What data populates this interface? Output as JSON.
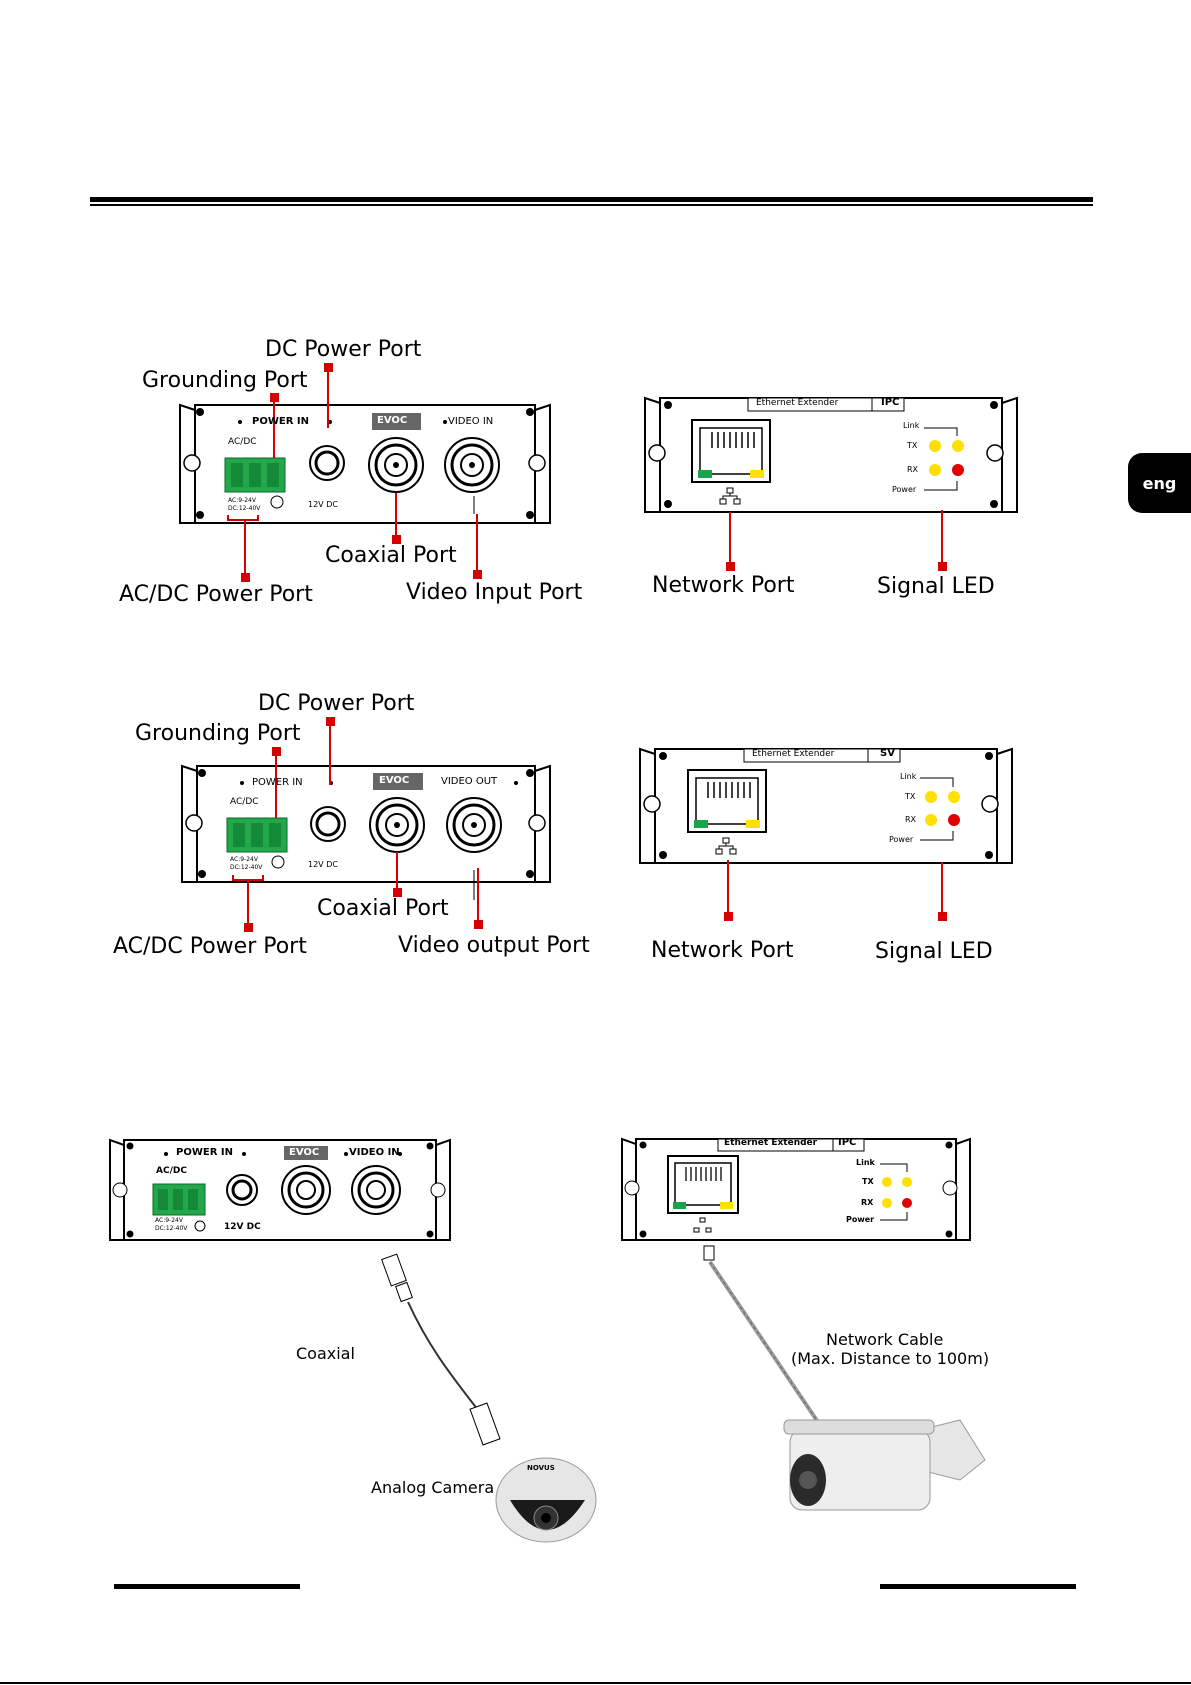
{
  "language_tab": "eng",
  "transmitter": {
    "labels": {
      "dc_power": "DC Power Port",
      "grounding": "Grounding Port",
      "coaxial": "Coaxial Port",
      "acdc_power": "AC/DC Power Port",
      "video_input": "Video Input Port"
    },
    "panel": {
      "power_in": "POWER IN",
      "ac_dc": "AC/DC",
      "evoc": "EVOC",
      "video_in": "VIDEO IN",
      "dc12": "12V DC",
      "ac_spec": "AC:9-24V",
      "dc_spec": "DC:12-40V"
    }
  },
  "ipc_unit": {
    "labels": {
      "network": "Network Port",
      "signal": "Signal LED"
    },
    "panel": {
      "brand": "Ethernet Extender",
      "model": "IPC",
      "link": "Link",
      "tx": "TX",
      "rx": "RX",
      "power": "Power"
    }
  },
  "receiver": {
    "labels": {
      "dc_power": "DC Power Port",
      "grounding": "Grounding Port",
      "coaxial": "Coaxial Port",
      "acdc_power": "AC/DC Power Port",
      "video_output": "Video output Port"
    },
    "panel": {
      "power_in": "POWER IN",
      "ac_dc": "AC/DC",
      "evoc": "EVOC",
      "video_out": "VIDEO OUT",
      "dc12": "12V DC",
      "ac_spec": "AC:9-24V",
      "dc_spec": "DC:12-40V"
    }
  },
  "sv_unit": {
    "labels": {
      "network": "Network Port",
      "signal": "Signal LED"
    },
    "panel": {
      "brand": "Ethernet Extender",
      "model": "SV",
      "link": "Link",
      "tx": "TX",
      "rx": "RX",
      "power": "Power"
    }
  },
  "connection": {
    "panel_left": {
      "power_in": "POWER IN",
      "ac_dc": "AC/DC",
      "evoc": "EVOC",
      "video_in": "VIDEO IN",
      "dc12": "12V DC",
      "ac_spec": "AC:9-24V",
      "dc_spec": "DC:12-40V"
    },
    "panel_right": {
      "brand": "Ethernet Extender",
      "model": "IPC",
      "link": "Link",
      "tx": "TX",
      "rx": "RX",
      "power": "Power"
    },
    "coaxial_label": "Coaxial",
    "analog_camera_label": "Analog Camera",
    "network_cable_label": "Network Cable",
    "max_distance_label": "(Max. Distance to 100m)",
    "camera_brand": "NOVUS"
  },
  "colors": {
    "red": "#d60000",
    "green_terminal": "#22a84a",
    "led_yellow": "#ffe000",
    "led_red": "#e00000",
    "port_green": "#1aa34a"
  }
}
